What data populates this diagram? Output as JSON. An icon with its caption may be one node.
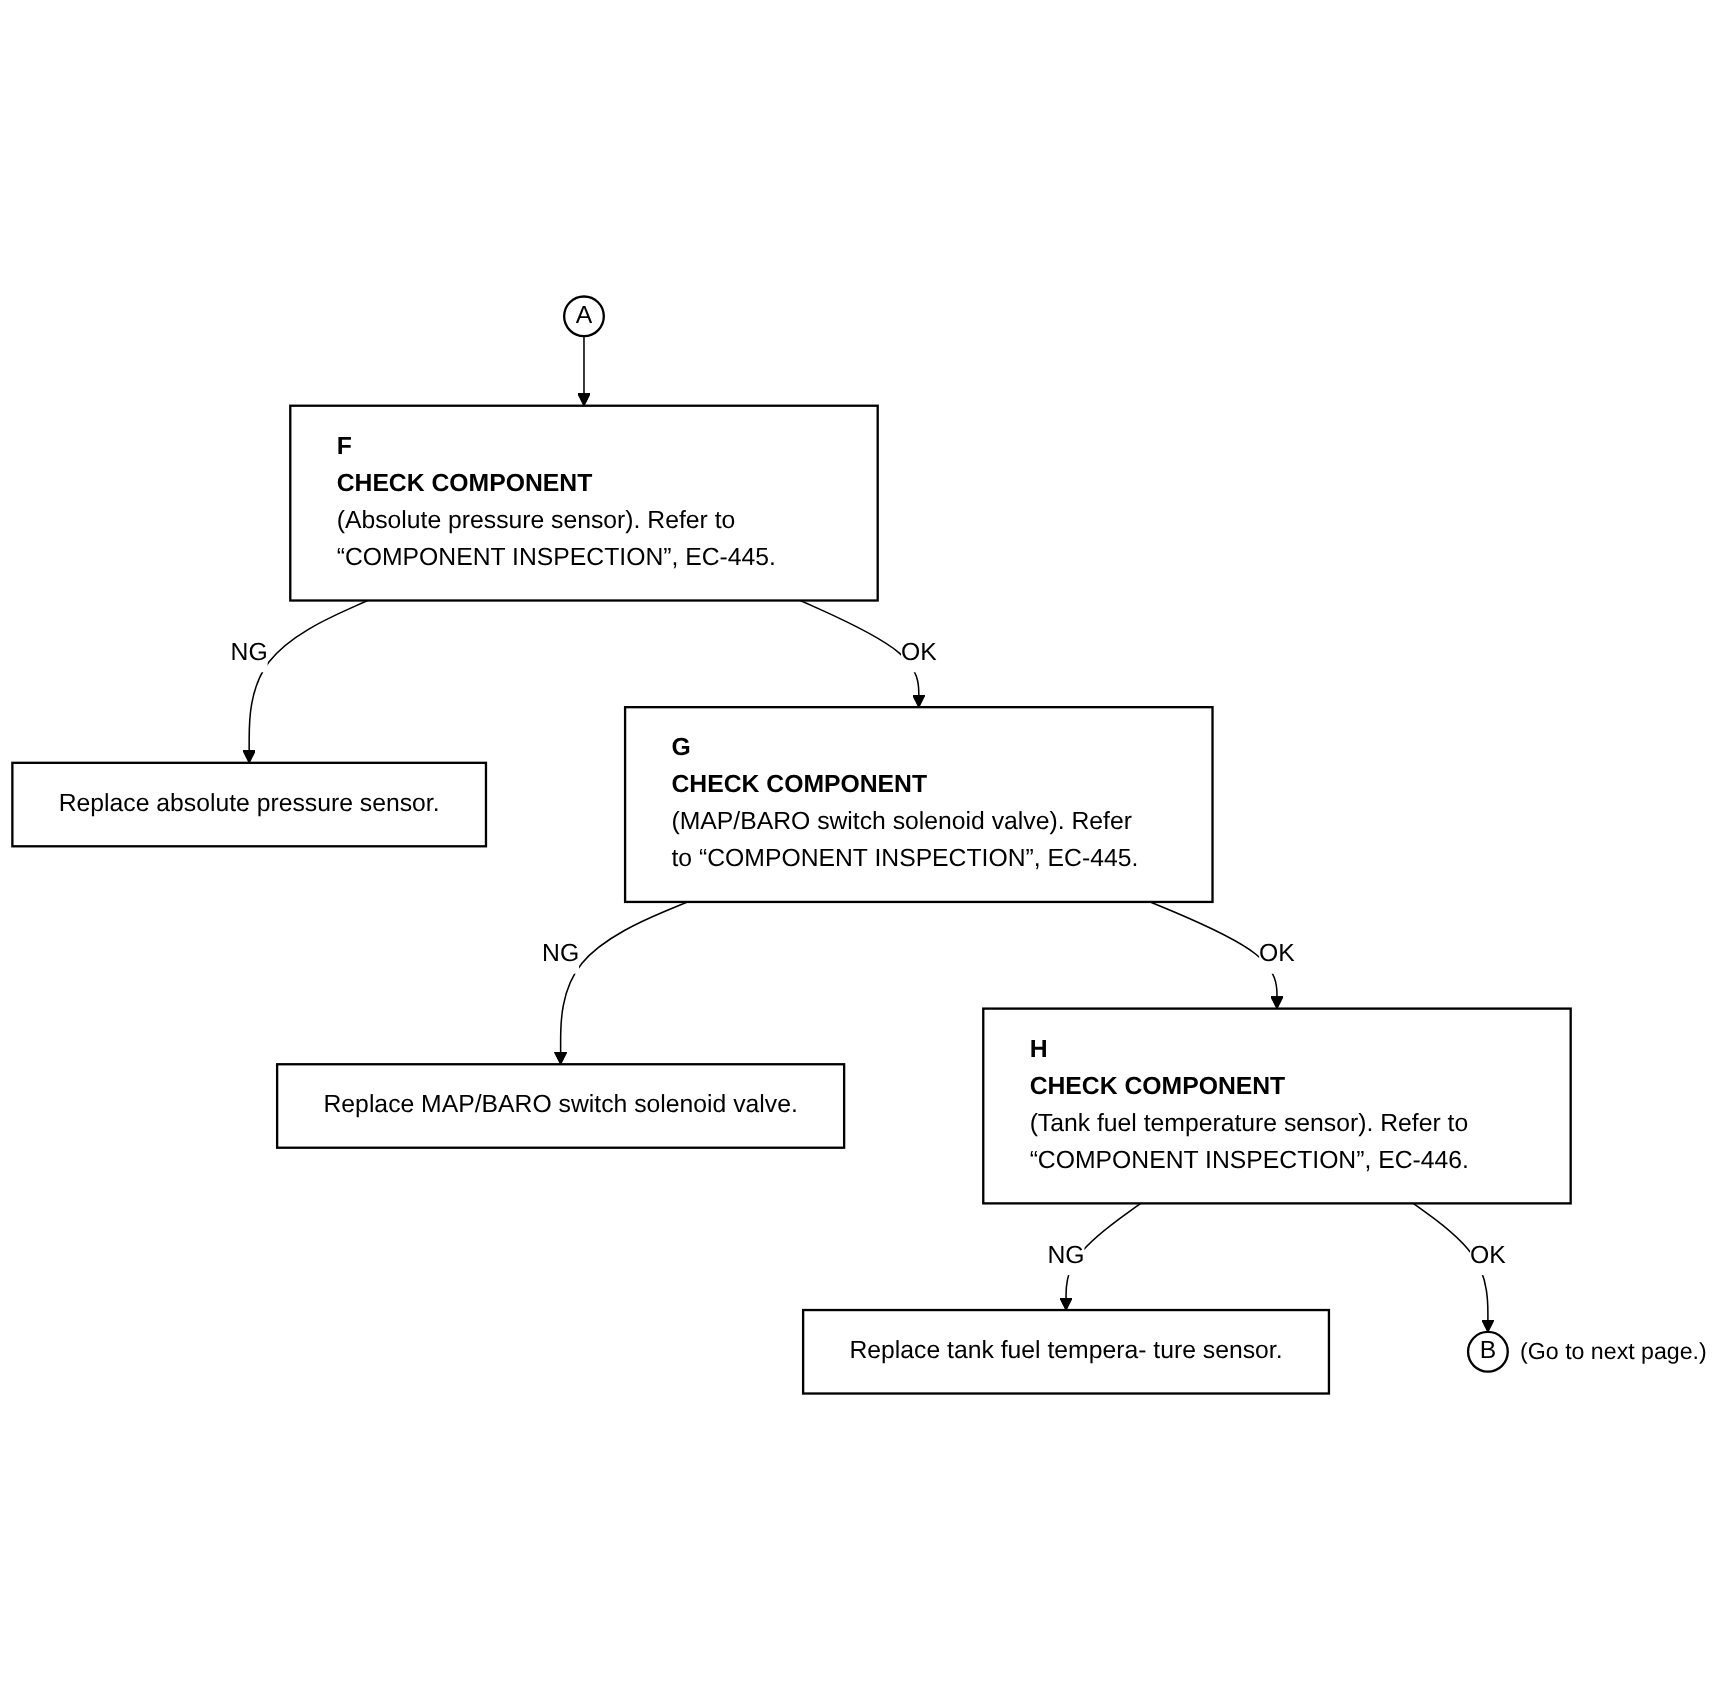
{
  "diagram": {
    "nodes": [
      {
        "text": [
          "A"
        ]
      },
      {
        "text": [
          "F",
          "CHECK COMPONENT",
          "(Absolute pressure sensor). Refer to “COMPONENT INSPECTION”, EC-445."
        ]
      },
      {
        "text": [
          "Replace absolute pressure sensor."
        ]
      },
      {
        "text": [
          "G",
          "CHECK COMPONENT",
          "(MAP/BARO switch solenoid valve). Refer to “COMPONENT INSPECTION”, EC-445."
        ]
      },
      {
        "text": [
          "Replace MAP/BARO switch solenoid valve."
        ]
      },
      {
        "text": [
          "H",
          "CHECK COMPONENT",
          "(Tank fuel temperature sensor). Refer to “COMPONENT INSPECTION”, EC-446."
        ]
      },
      {
        "text": [
          "Replace tank fuel tempera- ture sensor."
        ]
      },
      {
        "text": [
          "B"
        ],
        "beside": [
          "(Go to next page.)"
        ]
      }
    ],
    "edges": [
      {
        "from": 0,
        "to": 1,
        "arrow": "to"
      },
      {
        "from": 1,
        "to": 2,
        "arrow": "to",
        "label": "NG"
      },
      {
        "from": 1,
        "to": 3,
        "arrow": "to",
        "label": "OK"
      },
      {
        "from": 3,
        "to": 4,
        "arrow": "to",
        "label": "NG"
      },
      {
        "from": 3,
        "to": 5,
        "arrow": "to",
        "label": "OK"
      },
      {
        "from": 5,
        "to": 6,
        "arrow": "to",
        "label": "NG"
      },
      {
        "from": 5,
        "to": 7,
        "arrow": "to",
        "label": "OK"
      }
    ]
  }
}
